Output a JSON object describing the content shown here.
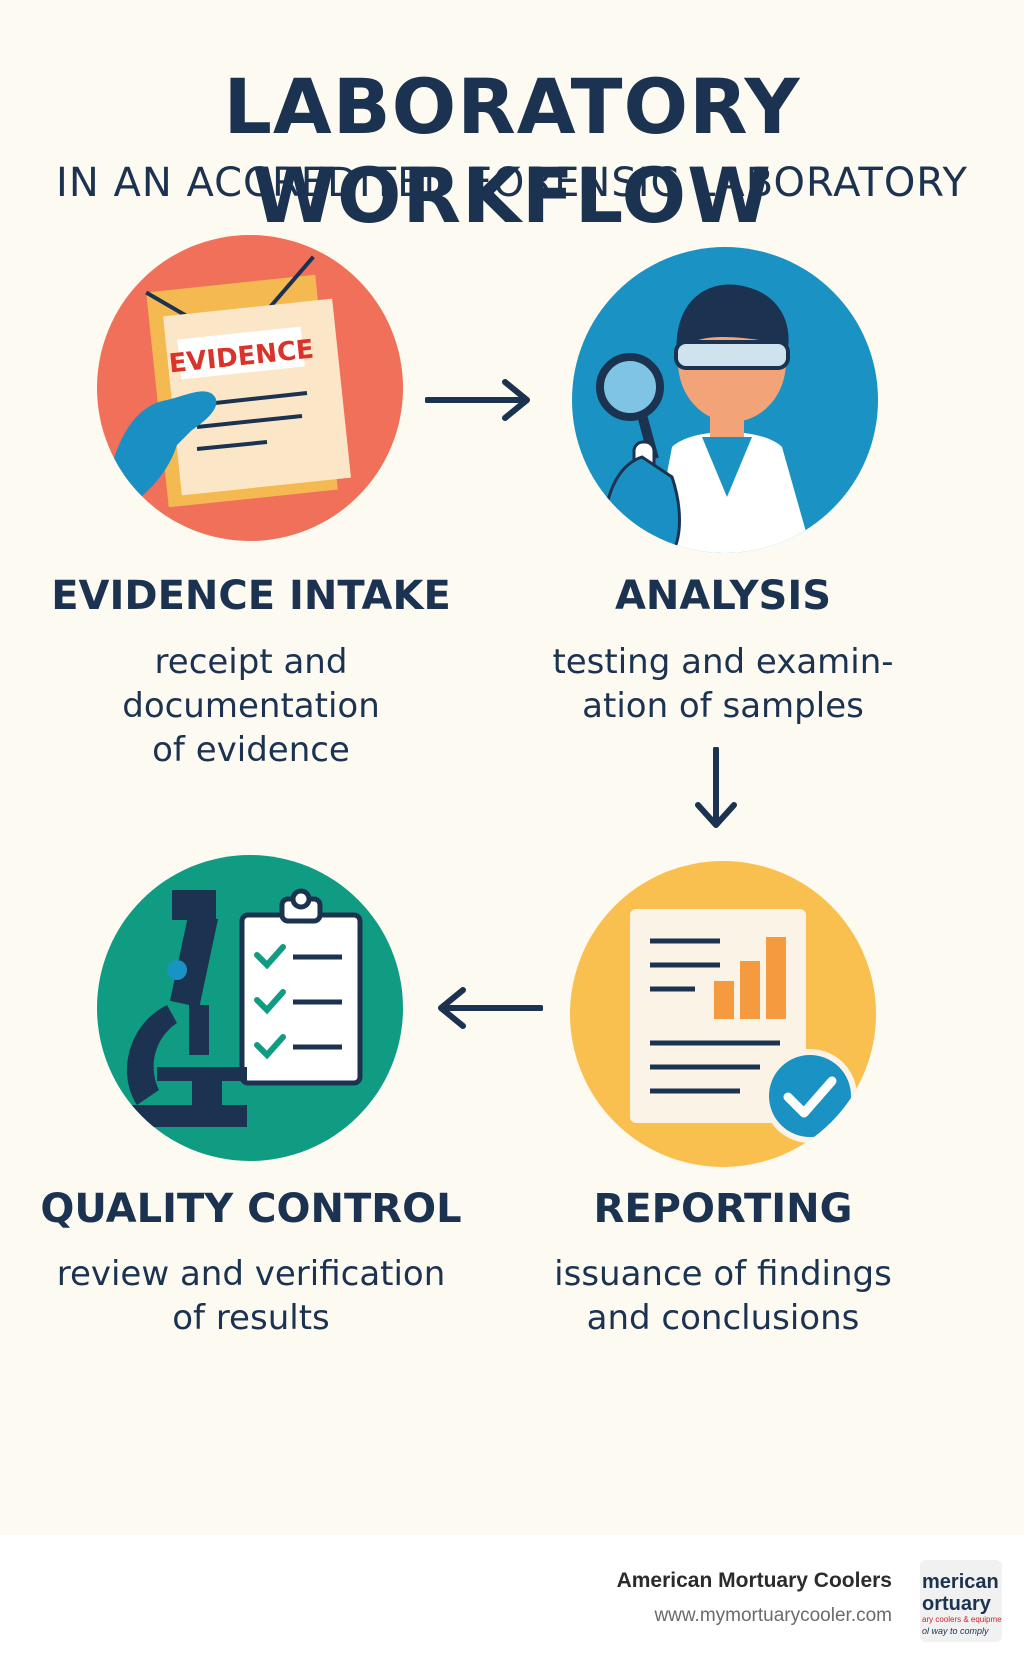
{
  "header": {
    "title": "LABORATORY WORKFLOW",
    "subtitle": "IN AN ACCREDITED FORENSIC LABORATORY"
  },
  "steps": [
    {
      "title": "EVIDENCE INTAKE",
      "description": "receipt and\ndocumentation\nof evidence",
      "icon": "evidence-envelope-icon",
      "color": "#f07059",
      "envelope_label": "EVIDENCE"
    },
    {
      "title": "ANALYSIS",
      "description": "testing and examin-\nation of samples",
      "icon": "scientist-magnifier-icon",
      "color": "#1a93c4"
    },
    {
      "title": "REPORTING",
      "description": "issuance of findings\nand conclusions",
      "icon": "report-check-icon",
      "color": "#f9c04f"
    },
    {
      "title": "QUALITY CONTROL",
      "description": "review and verification\nof results",
      "icon": "microscope-checklist-icon",
      "color": "#109c82"
    }
  ],
  "footer": {
    "brand_name": "American Mortuary Coolers",
    "url": "www.mymortuarycooler.com",
    "logo_text_1": "merican",
    "logo_text_2": "ortuary",
    "logo_text_3": "ary coolers & equipment",
    "logo_text_4": "ol way to comply"
  }
}
